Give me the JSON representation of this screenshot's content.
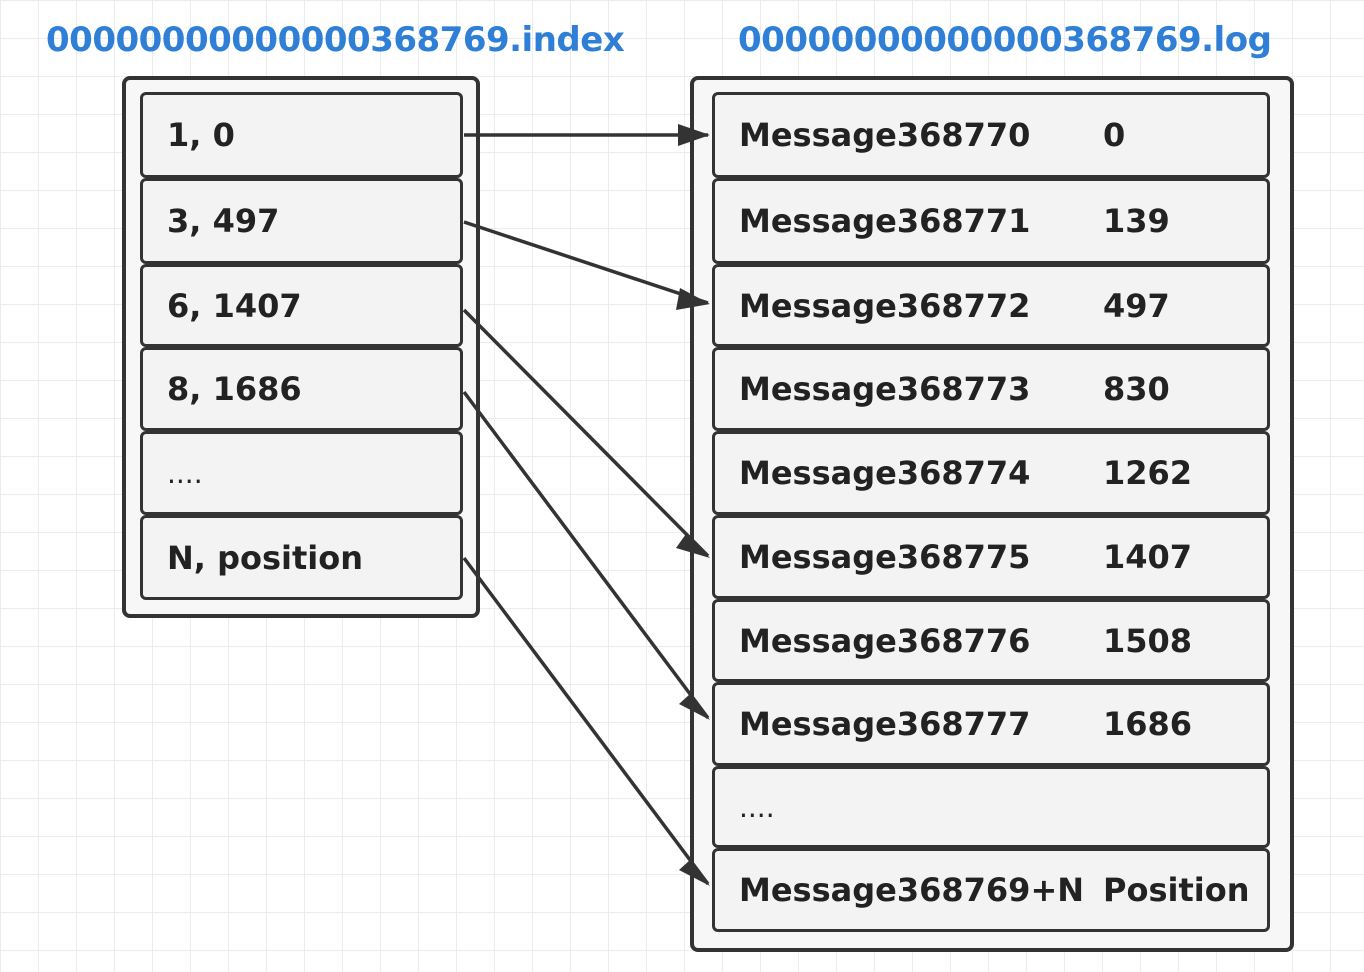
{
  "index_file": {
    "title": "00000000000000368769.index",
    "entries": [
      "1, 0",
      "3, 497",
      "6, 1407",
      "8, 1686",
      "....",
      "N, position"
    ]
  },
  "log_file": {
    "title": "00000000000000368769.log",
    "entries": [
      {
        "message": "Message368770",
        "position": "0"
      },
      {
        "message": "Message368771",
        "position": "139"
      },
      {
        "message": "Message368772",
        "position": "497"
      },
      {
        "message": "Message368773",
        "position": "830"
      },
      {
        "message": "Message368774",
        "position": "1262"
      },
      {
        "message": "Message368775",
        "position": "1407"
      },
      {
        "message": "Message368776",
        "position": "1508"
      },
      {
        "message": "Message368777",
        "position": "1686"
      },
      {
        "message": "....",
        "position": ""
      },
      {
        "message": "Message368769+N",
        "position": "Position"
      }
    ]
  },
  "colors": {
    "title": "#2f7fd6",
    "stroke": "#333333",
    "cell_fill": "#f3f3f3"
  },
  "arrows": [
    {
      "from_index_entry": 0,
      "to_log_entry": 0
    },
    {
      "from_index_entry": 1,
      "to_log_entry": 2
    },
    {
      "from_index_entry": 2,
      "to_log_entry": 5
    },
    {
      "from_index_entry": 3,
      "to_log_entry": 7
    },
    {
      "from_index_entry": 5,
      "to_log_entry": 9
    }
  ]
}
